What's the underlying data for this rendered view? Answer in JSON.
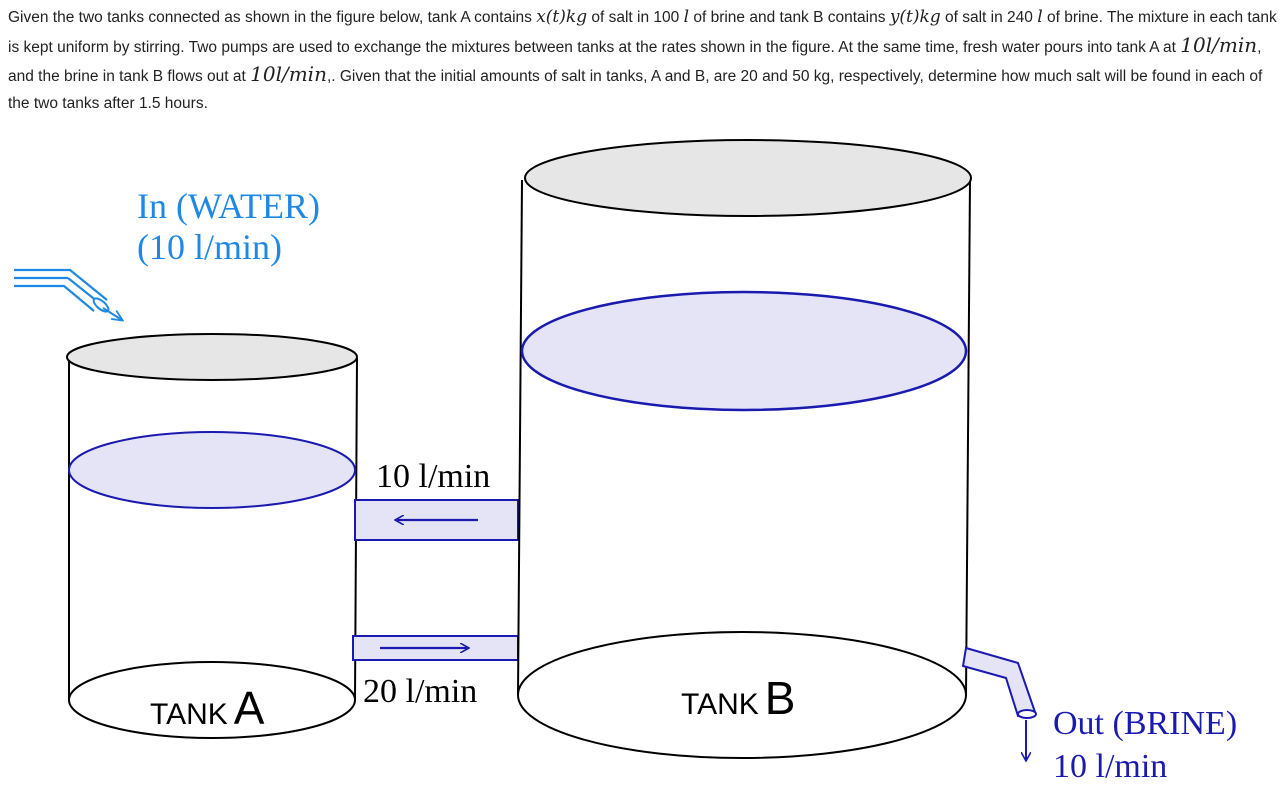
{
  "problem": {
    "p1": "Given the two tanks connected as shown in the figure below, tank A contains ",
    "x_expr": "x(t)kg",
    "p2": " of salt in 100 ",
    "l1": "l",
    "p3": " of brine and tank B contains ",
    "y_expr": "y(t)kg",
    "p4": " of salt in 240 ",
    "l2": "l",
    "p5": " of brine. The mixture in each tank is kept uniform by stirring. Two pumps are used to exchange the mixtures between tanks at the rates shown in the figure. At the same time, fresh water pours into tank A at ",
    "rate1": "10l/min",
    "p6": ", and the brine in tank B flows out at ",
    "rate2": "10l/min",
    "p7": ",. Given that the initial amounts of salt in tanks, A and B, are 20 and 50 kg, respectively, determine how much salt will be found in each of the two tanks after 1.5 hours."
  },
  "figure": {
    "inlet_label_1": "In (WATER)",
    "inlet_label_2": "(10 l/min)",
    "pipe_top_rate": "10 l/min",
    "pipe_bottom_rate": "20 l/min",
    "tank_a_word": "TANK",
    "tank_a_letter": "A",
    "tank_b_word": "TANK",
    "tank_b_letter": "B",
    "outlet_label_1": "Out (BRINE)",
    "outlet_label_2": "10 l/min",
    "colors": {
      "accent_blue": "#1e88e5",
      "dark_blue": "#1a1ab0",
      "liquid_fill": "#e4e4f6",
      "top_fill": "#e6e6e6",
      "outline": "#000000"
    }
  }
}
